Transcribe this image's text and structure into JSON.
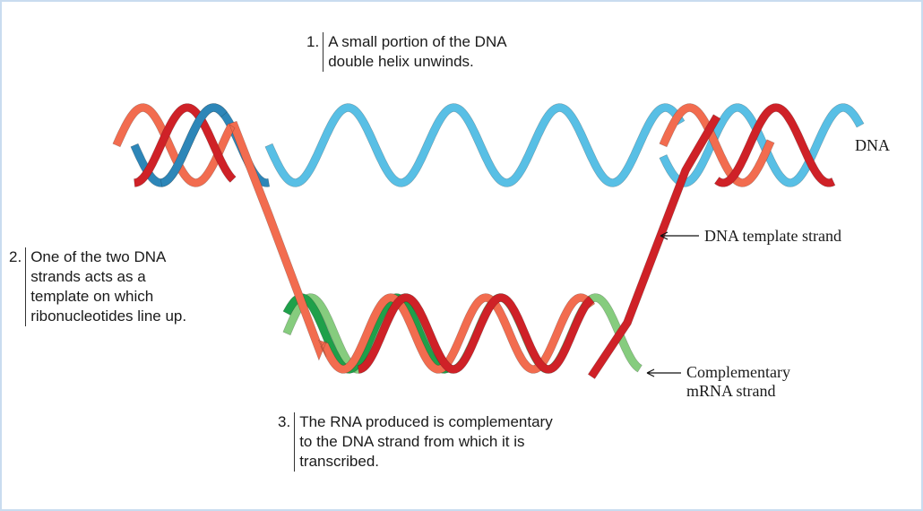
{
  "steps": [
    {
      "num": "1.",
      "text": "A small portion of the DNA\ndouble helix unwinds."
    },
    {
      "num": "2.",
      "text": "One of the two DNA\nstrands acts as a\ntemplate on which\nribonucleotides line up."
    },
    {
      "num": "3.",
      "text": "The RNA produced is complementary\nto the DNA strand from which it is\ntranscribed."
    }
  ],
  "labels": {
    "dna": "DNA",
    "template": "DNA template strand",
    "mrna": "Complementary\nmRNA strand"
  },
  "colors": {
    "frame": "#c9dcef",
    "dna_strand_dark": "#2d86b8",
    "dna_strand_light": "#58bfe5",
    "coding_strand": "#f26c4f",
    "template_strand": "#cf2127",
    "mrna_dark": "#1fa04a",
    "mrna_light": "#86cc7e"
  }
}
